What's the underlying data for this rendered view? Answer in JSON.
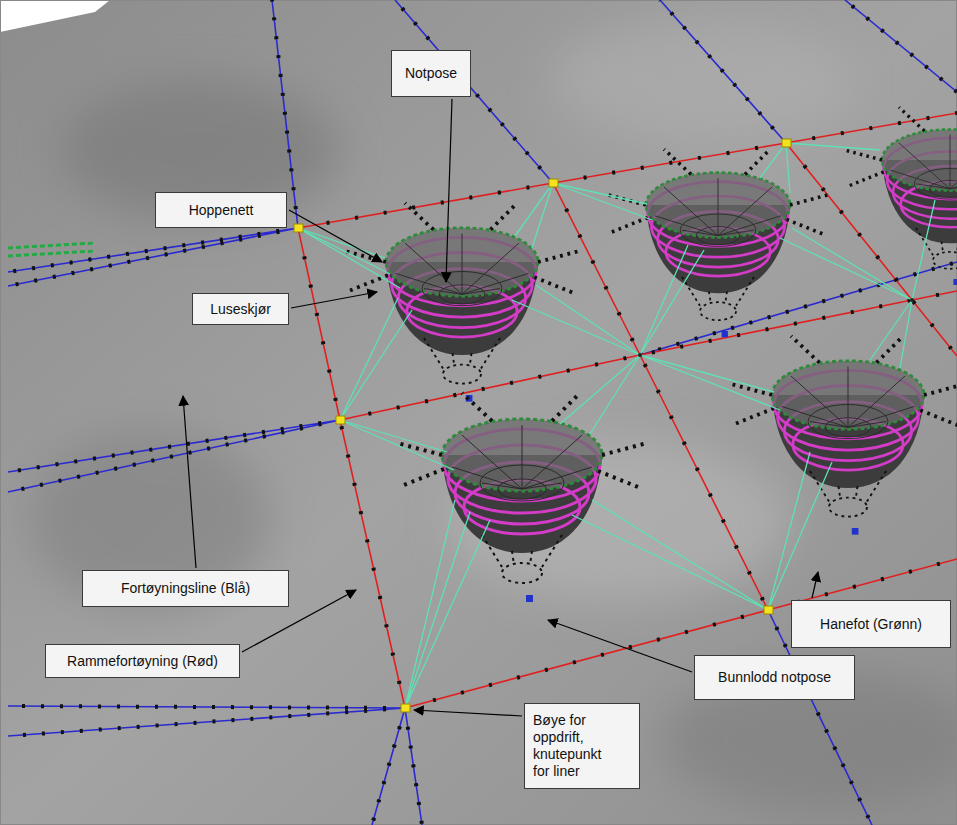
{
  "diagram": {
    "nodes": [
      {
        "text": [
          "Notpose"
        ]
      },
      {
        "text": [
          "Hoppenett"
        ]
      },
      {
        "text": [
          "Luseskjør"
        ]
      },
      {
        "text": [
          "Fortøyningsline (Blå)"
        ]
      },
      {
        "text": [
          "Hanefot (Grønn)"
        ]
      },
      {
        "text": [
          "Rammefortøyning (Rød)"
        ]
      },
      {
        "text": [
          "Bunnlodd notpose"
        ]
      },
      {
        "text": [
          "Bøye for oppdrift, knutepunkt for liner"
        ]
      }
    ],
    "edges": []
  }
}
